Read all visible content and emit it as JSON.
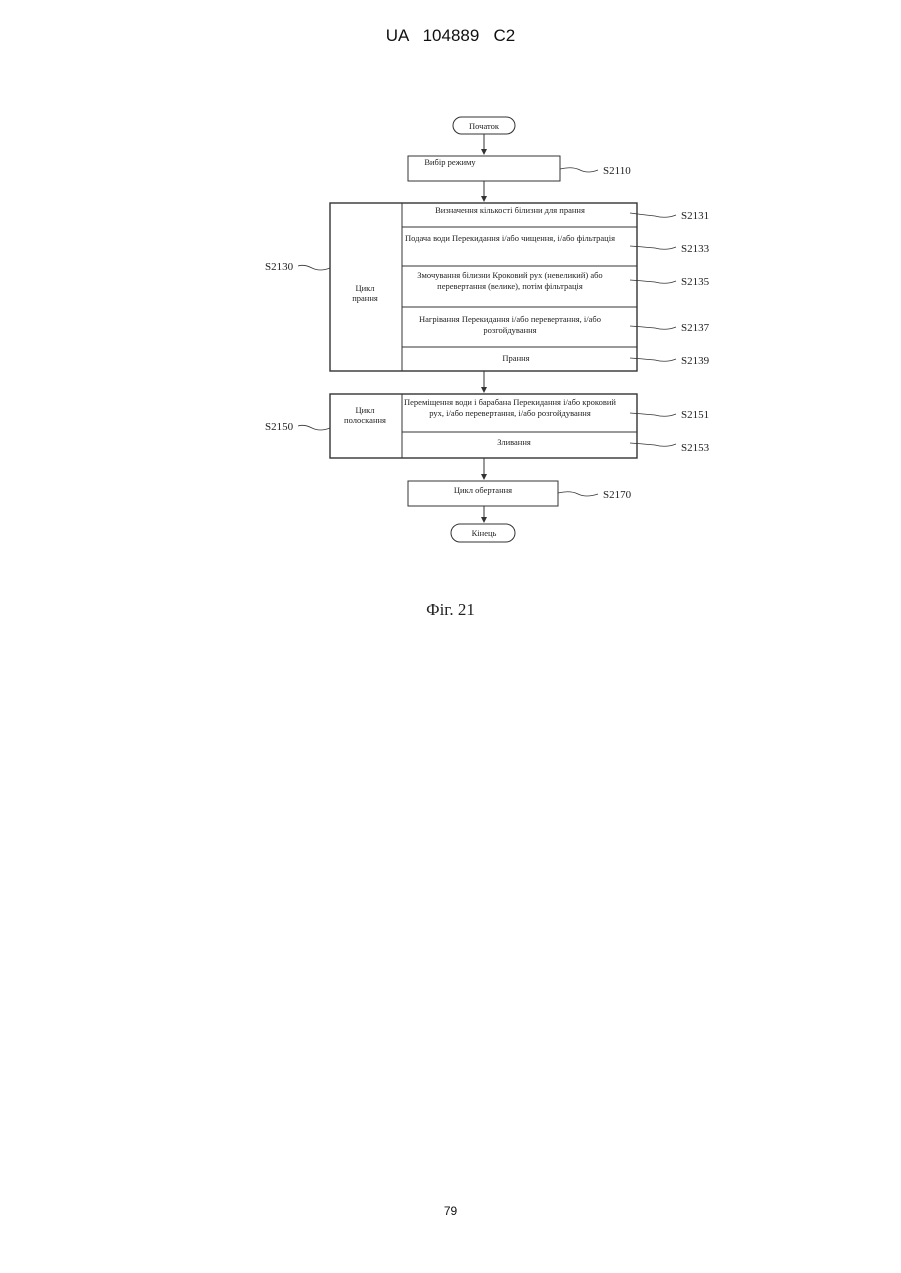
{
  "header": "UA   104889   C2",
  "page_number": "79",
  "figure_caption": "Фіг. 21",
  "flow": {
    "start": "Початок",
    "mode_select": {
      "text": "Вибір режиму",
      "id": "S2110"
    },
    "wash_cycle": {
      "label_line1": "Цикл",
      "label_line2": "прання",
      "id": "S2130",
      "steps": [
        {
          "line1": "Визначення кількості білизни для прання",
          "line2": "",
          "id": "S2131"
        },
        {
          "line1": "Подача води  Перекидання і/або чищення, і/або фільтрація",
          "line2": "",
          "id": "S2133"
        },
        {
          "line1": "Змочування білизни  Кроковий рух (невеликий) або",
          "line2": "перевертання (велике), потім фільтрація",
          "id": "S2135"
        },
        {
          "line1": "Нагрівання  Перекидання і/або перевертання, і/або",
          "line2": "розгойдування",
          "id": "S2137"
        },
        {
          "line1": "Прання",
          "line2": "",
          "id": "S2139"
        }
      ]
    },
    "rinse_cycle": {
      "label_line1": "Цикл",
      "label_line2": "полоскання",
      "id": "S2150",
      "steps": [
        {
          "line1": "Переміщення води і барабана  Перекидання і/або кроковий",
          "line2": "рух, і/або перевертання, і/або розгойдування",
          "id": "S2151"
        },
        {
          "line1": "Зливання",
          "line2": "",
          "id": "S2153"
        }
      ]
    },
    "spin_cycle": {
      "text": "Цикл обертання",
      "id": "S2170"
    },
    "end": "Кінець"
  }
}
